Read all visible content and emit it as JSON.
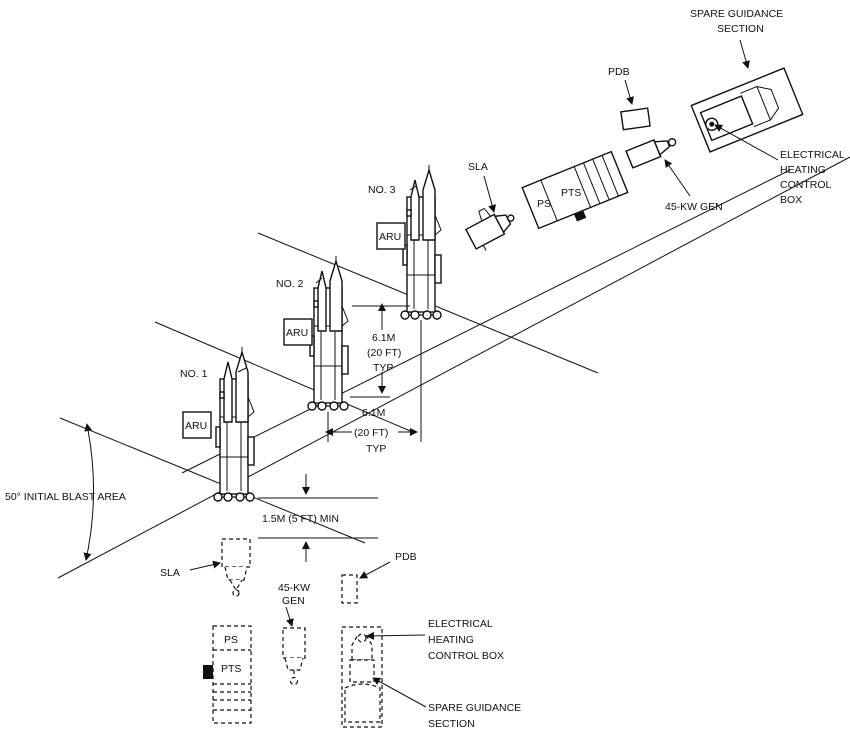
{
  "labels": {
    "spare_guidance_top": [
      "SPARE GUIDANCE",
      "SECTION"
    ],
    "pdb_top": "PDB",
    "electrical_top": [
      "ELECTRICAL",
      "HEATING",
      "CONTROL",
      "BOX"
    ],
    "sla_top": "SLA",
    "ps_top": "PS",
    "pts_top": "PTS",
    "gen_top": "45-KW GEN",
    "no3": "NO. 3",
    "no2": "NO. 2",
    "no1": "NO. 1",
    "aru": "ARU",
    "spacing_vertical": [
      "6.1M",
      "(20 FT)",
      "TYP"
    ],
    "spacing_horizontal": [
      "6.1M",
      "(20 FT)",
      "TYP"
    ],
    "min_clearance": "1.5M (5 FT) MIN",
    "blast_area": "50° INITIAL BLAST AREA",
    "sla_bottom": "SLA",
    "pdb_bottom": "PDB",
    "gen_bottom": [
      "45-KW",
      "GEN"
    ],
    "ps_bottom": "PS",
    "pts_bottom": "PTS",
    "electrical_bottom": [
      "ELECTRICAL",
      "HEATING",
      "CONTROL BOX"
    ],
    "spare_guidance_bottom": [
      "SPARE GUIDANCE",
      "SECTION"
    ]
  }
}
